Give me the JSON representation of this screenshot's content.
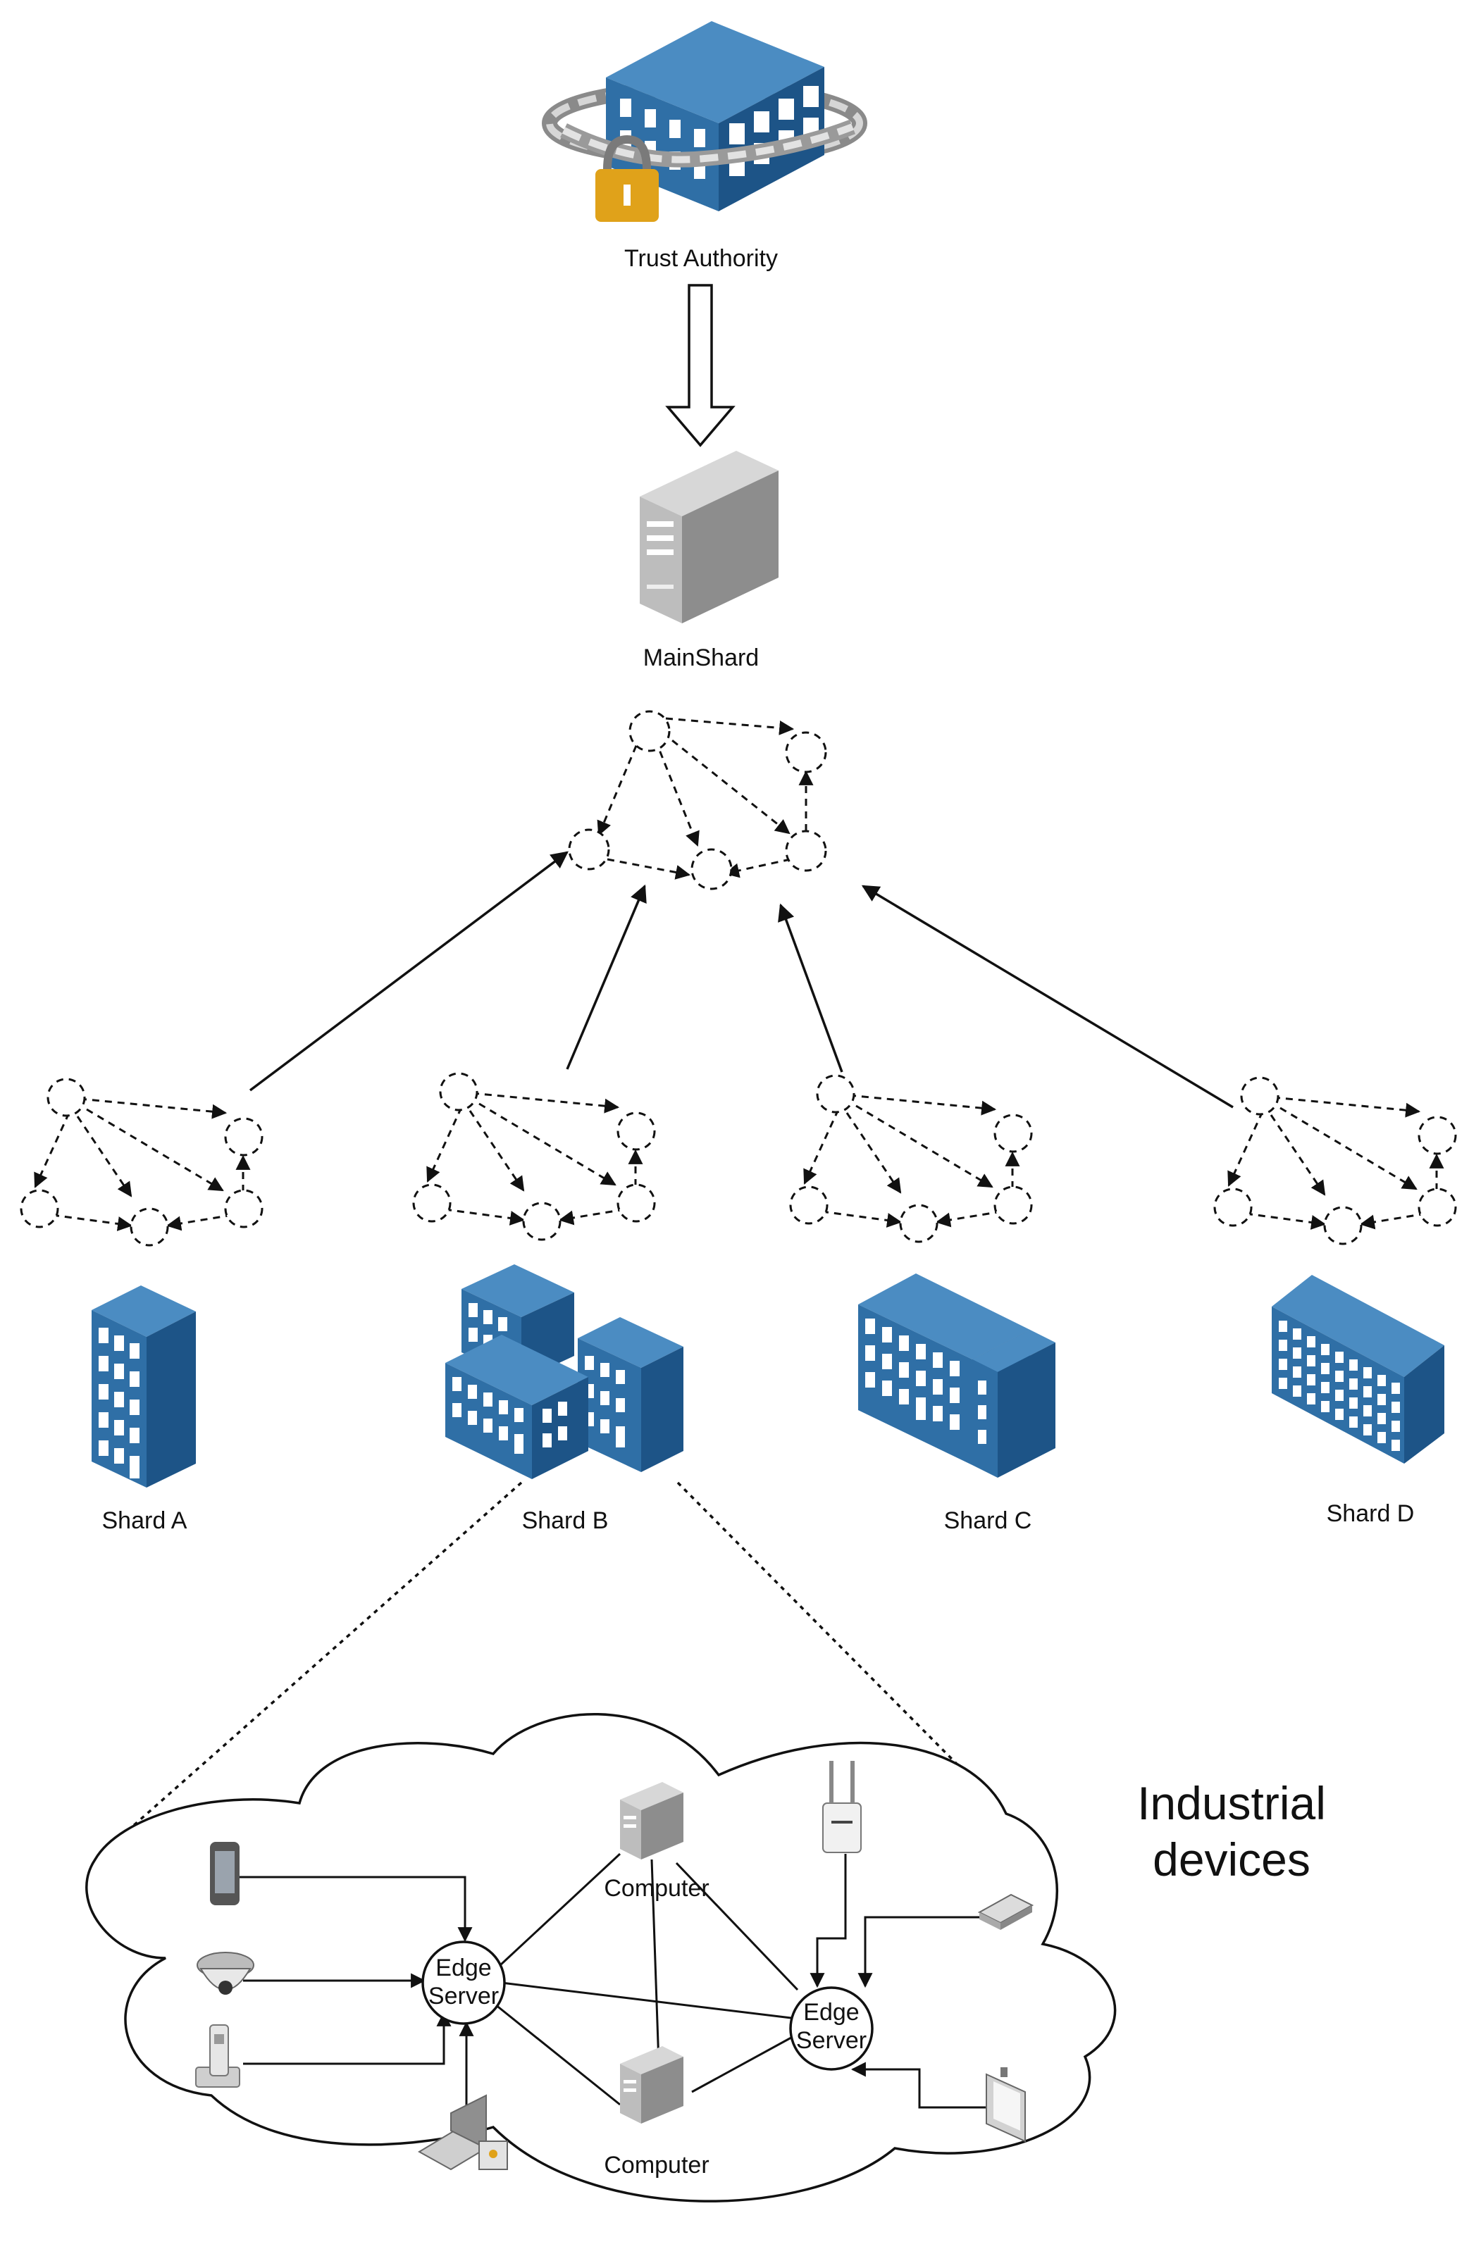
{
  "trust_authority": {
    "label": "Trust Authority"
  },
  "main_shard": {
    "label": "MainShard"
  },
  "shards": [
    {
      "id": "A",
      "label": "Shard A"
    },
    {
      "id": "B",
      "label": "Shard B"
    },
    {
      "id": "C",
      "label": "Shard C"
    },
    {
      "id": "D",
      "label": "Shard D"
    }
  ],
  "industrial": {
    "title_line1": "Industrial",
    "title_line2": "devices",
    "edge_server_1": {
      "line1": "Edge",
      "line2": "Server"
    },
    "edge_server_2": {
      "line1": "Edge",
      "line2": "Server"
    },
    "computer_1": "Computer",
    "computer_2": "Computer"
  },
  "icons": {
    "trust_authority": "chained-locked-building-icon",
    "main_shard": "server-tower-icon",
    "shard_a": "office-tower-icon",
    "shard_b": "building-complex-icon",
    "shard_c": "office-building-icon",
    "shard_d": "wide-office-building-icon",
    "devices": [
      "smartphone-icon",
      "dome-camera-icon",
      "cordless-phone-icon",
      "laptop-icon",
      "antenna-access-point-icon",
      "keypad-icon",
      "tablet-icon"
    ]
  },
  "colors": {
    "building_blue": "#2f6fa6",
    "lock_gold": "#e0a21a",
    "server_gray": "#9a9a9a"
  }
}
